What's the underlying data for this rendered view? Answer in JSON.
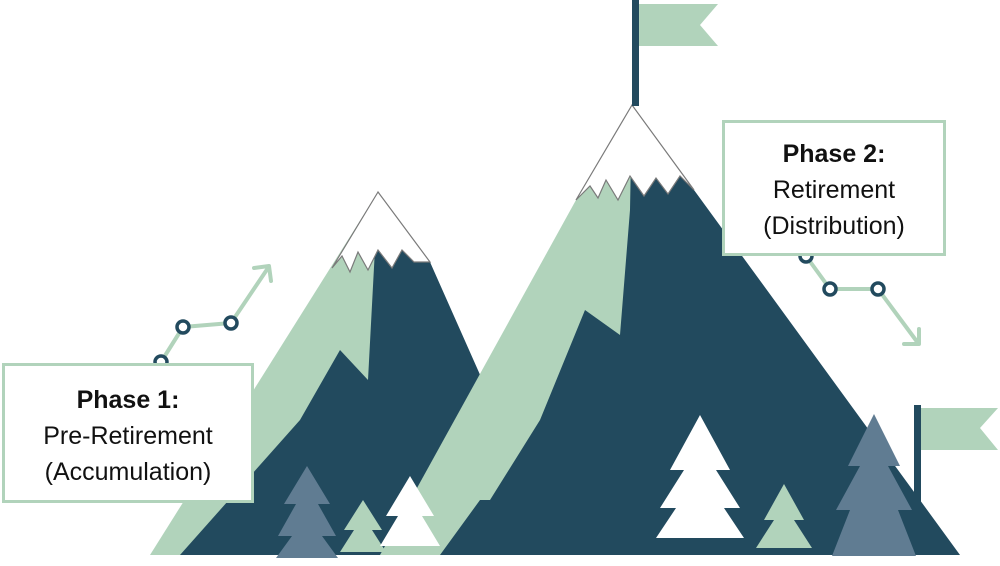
{
  "phase1": {
    "title": "Phase 1:",
    "line1": "Pre-Retirement",
    "line2": "(Accumulation)"
  },
  "phase2": {
    "title": "Phase 2:",
    "line1": "Retirement",
    "line2": "(Distribution)"
  },
  "colors": {
    "dark_teal": "#224a5e",
    "light_green": "#b1d3bb",
    "slate_blue": "#607c92",
    "snow": "#ffffff",
    "outline": "#7a7a7a"
  },
  "icons": [
    "flag-icon",
    "tree-icon",
    "trend-up-arrow-icon",
    "trend-down-arrow-icon"
  ]
}
